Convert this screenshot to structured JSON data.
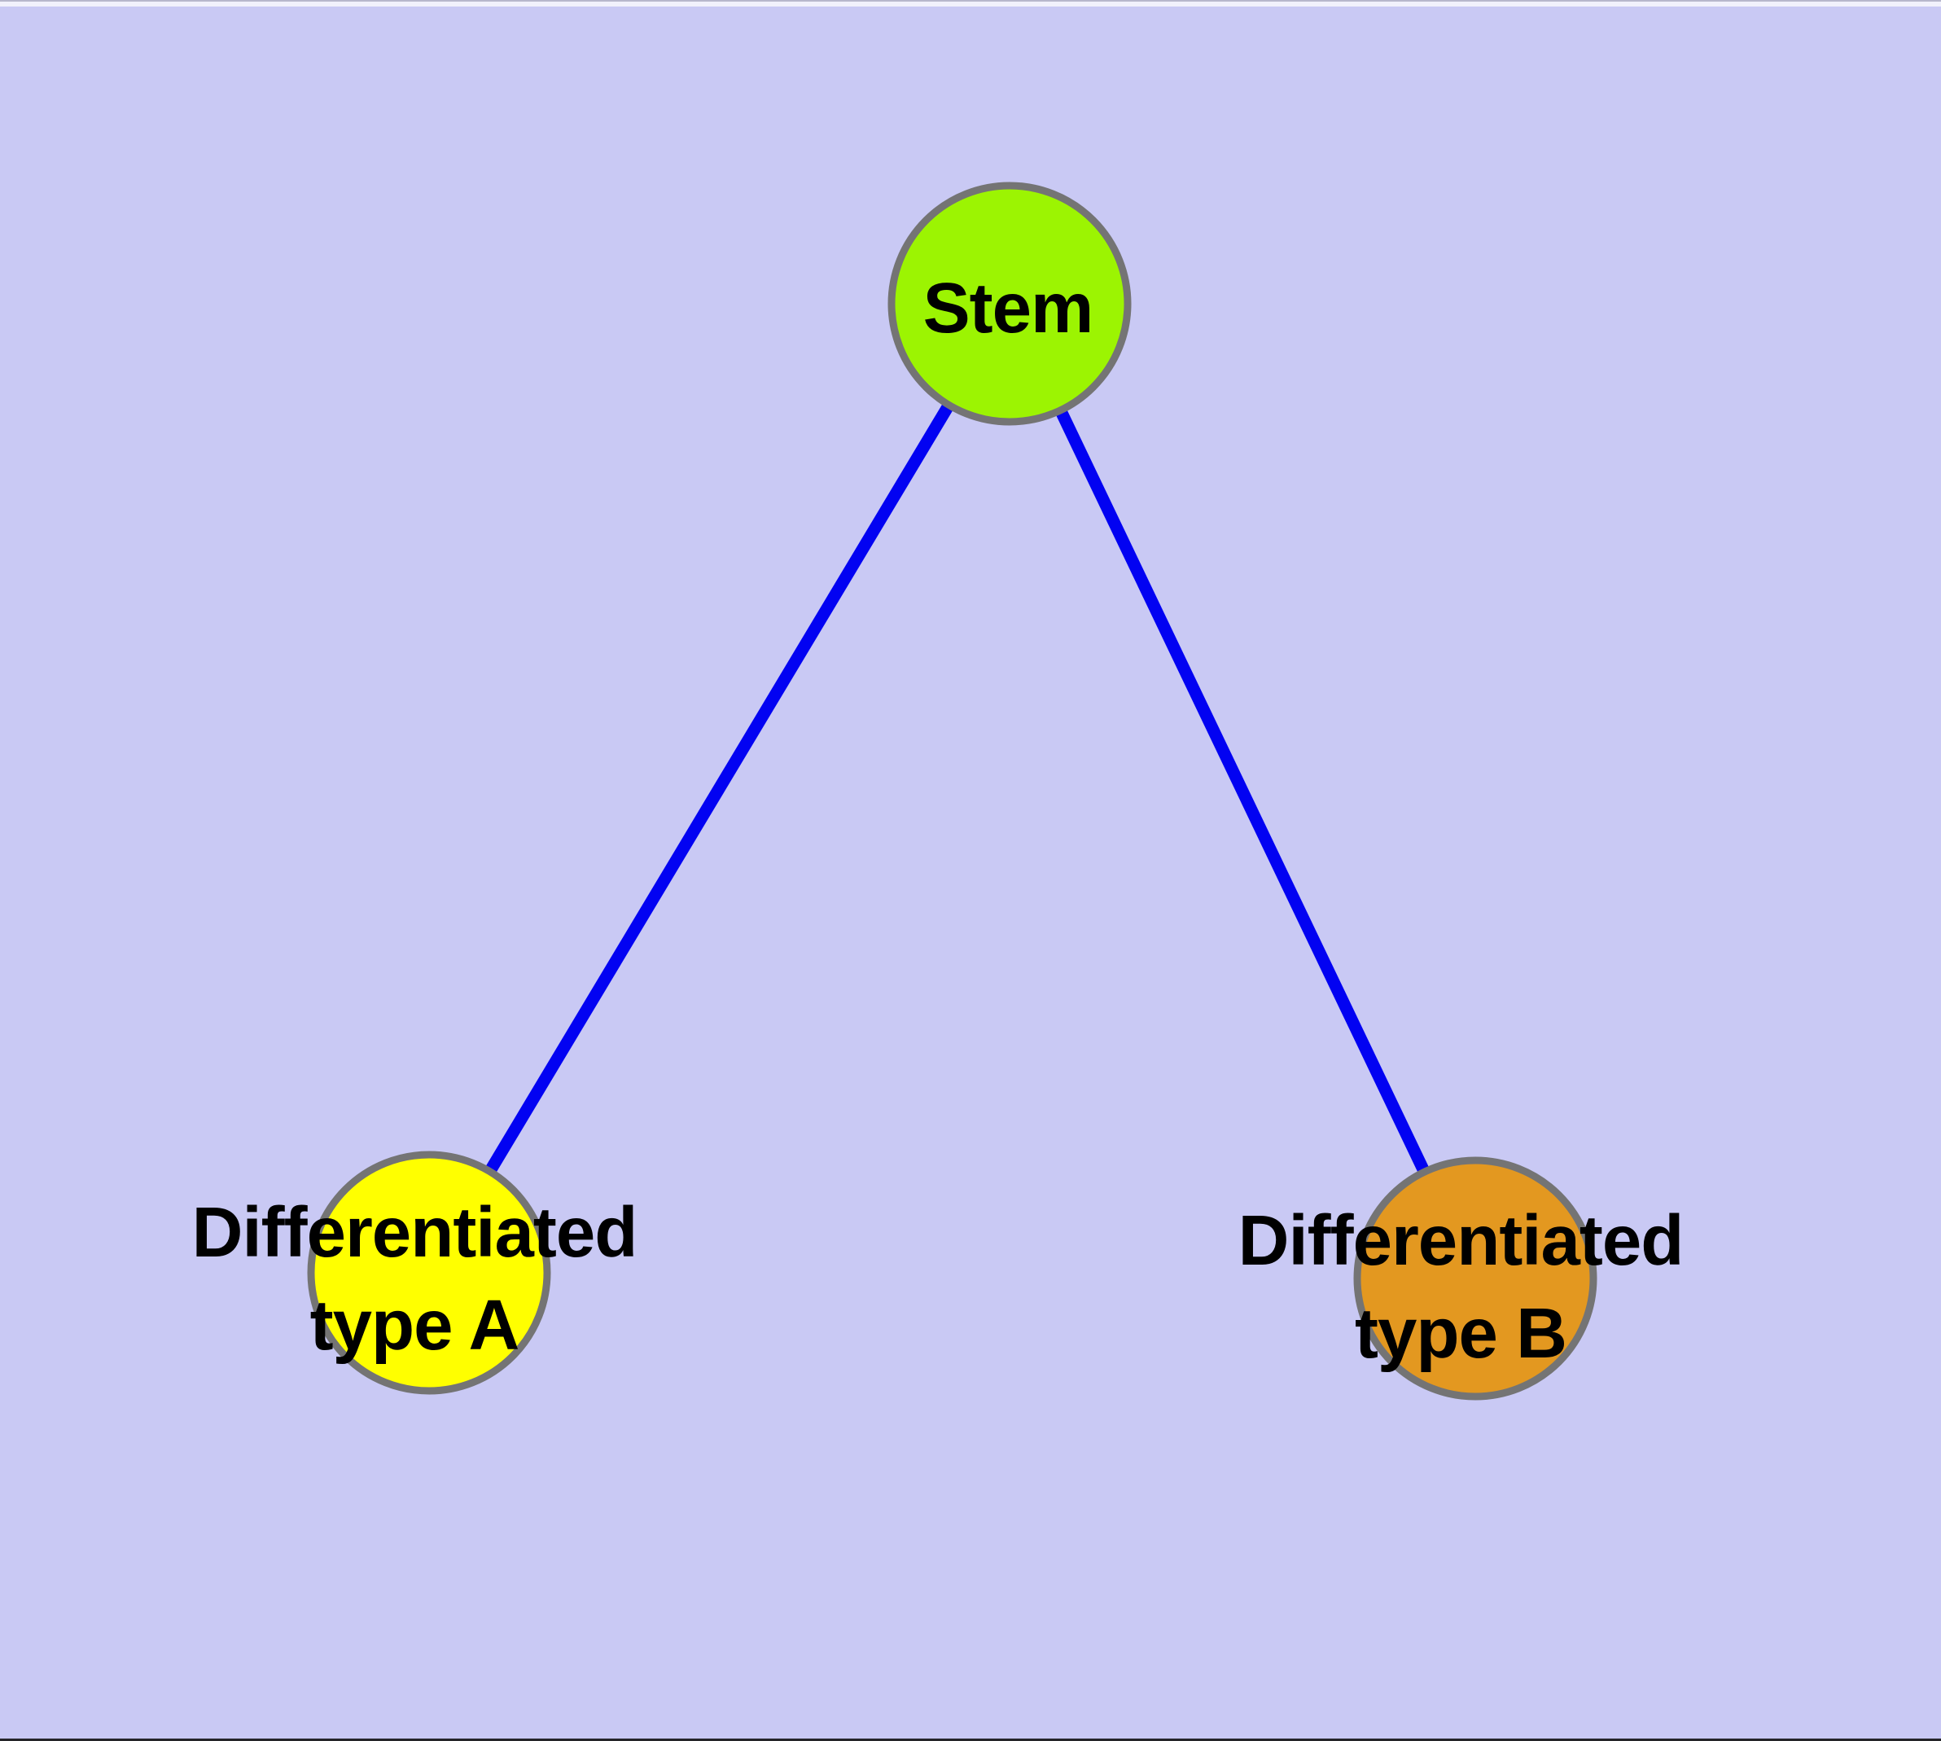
{
  "diagram": {
    "background_color": "#c9c9f4",
    "edge_color": "#0202f2",
    "node_border_color": "#747474",
    "label_color": "#000000",
    "nodes": [
      {
        "id": "stem",
        "label": "Stem",
        "label_line1": "Stem",
        "label_line2": "",
        "color": "#9cf402"
      },
      {
        "id": "type-a",
        "label": "Differentiated type A",
        "label_line1": "Differentiated",
        "label_line2": "type A",
        "color": "#ffff00"
      },
      {
        "id": "type-b",
        "label": "Differentiated type B",
        "label_line1": "Differentiated",
        "label_line2": "type B",
        "color": "#e39820"
      }
    ],
    "edges": [
      {
        "from": "stem",
        "to": "type-a"
      },
      {
        "from": "stem",
        "to": "type-b"
      }
    ]
  }
}
